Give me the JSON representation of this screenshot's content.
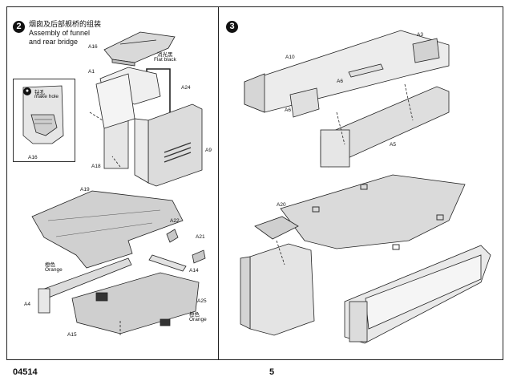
{
  "step2": {
    "number": "2",
    "title_cn": "烟囱及后部舰桥的组装",
    "title_en_1": "Assembly of funnel",
    "title_en_2": "and rear bridge",
    "inset": {
      "note_cn": "钻孔",
      "note_en": "make hole",
      "part_label": "A16"
    },
    "labels": {
      "a16": "A16",
      "flat_black_cn": "消光黑",
      "flat_black_en": "Flat black",
      "a1": "A1",
      "a24": "A24",
      "a9": "A9",
      "a18": "A18",
      "a19": "A19",
      "a22": "A22",
      "a21": "A21",
      "a14": "A14",
      "orange1_cn": "橙色",
      "orange1_en": "Orange",
      "a4": "A4",
      "a25": "A25",
      "orange2_cn": "橙色",
      "orange2_en": "Orange",
      "a15": "A15"
    }
  },
  "step3": {
    "number": "3",
    "labels": {
      "a10": "A10",
      "a3": "A3",
      "a6a": "A6",
      "a6b": "A6",
      "a5": "A5",
      "a20": "A20"
    }
  },
  "footer": {
    "code": "04514",
    "page": "5"
  }
}
